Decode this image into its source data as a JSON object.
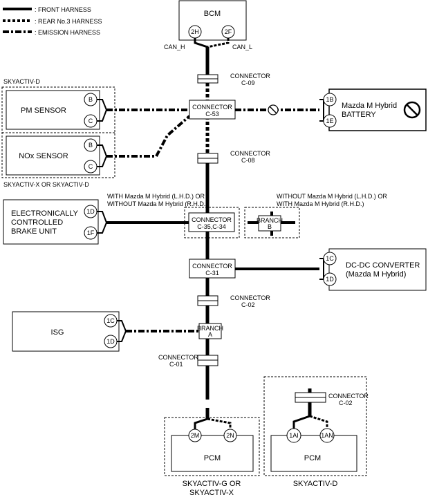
{
  "legend": {
    "front": ": FRONT HARNESS",
    "rear": ": REAR No.3 HARNESS",
    "emission": ": EMISSION HARNESS"
  },
  "bcm": {
    "title": "BCM",
    "pin_h": "2H",
    "pin_f": "2F",
    "can_h": "CAN_H",
    "can_l": "CAN_L"
  },
  "connectors": {
    "c09": [
      "CONNECTOR",
      "C-09"
    ],
    "c53": [
      "CONNECTOR",
      "C-53"
    ],
    "c08": [
      "CONNECTOR",
      "C-08"
    ],
    "c35": [
      "CONNECTOR",
      "C-35,C-34"
    ],
    "c31": [
      "CONNECTOR",
      "C-31"
    ],
    "c02": [
      "CONNECTOR",
      "C-02"
    ],
    "c01": [
      "CONNECTOR",
      "C-01"
    ],
    "c02d": [
      "CONNECTOR",
      "C-02"
    ]
  },
  "branches": {
    "a": [
      "BRANCH",
      "A"
    ],
    "b": [
      "BRANCH",
      "B"
    ]
  },
  "skyactiv_d_top": "SKYACTIV-D",
  "pm_sensor": {
    "name": "PM SENSOR",
    "pin1": "B",
    "pin2": "C"
  },
  "nox_sensor": {
    "name": "NOx SENSOR",
    "pin1": "B",
    "pin2": "C"
  },
  "skyactiv_xd": "SKYACTIV-X OR SKYACTIV-D",
  "battery": {
    "name": [
      "Mazda M Hybrid",
      "BATTERY"
    ],
    "pin1": "1B",
    "pin2": "1E"
  },
  "ebcu": {
    "name": [
      "ELECTRONICALLY",
      "CONTROLLED",
      "BRAKE UNIT"
    ],
    "pin1": "1D",
    "pin2": "1F"
  },
  "with_note": [
    "WITH Mazda M Hybrid (L.H.D.) OR",
    "WITHOUT Mazda M Hybrid (R.H.D.)"
  ],
  "without_note": [
    "WITHOUT Mazda M Hybrid (L.H.D.) OR",
    "WITH Mazda M Hybrid (R.H.D.)"
  ],
  "dcdc": {
    "name": [
      "DC-DC CONVERTER",
      "(Mazda M Hybrid)"
    ],
    "pin1": "1C",
    "pin2": "1D"
  },
  "isg": {
    "name": "ISG",
    "pin1": "1C",
    "pin2": "1D"
  },
  "pcm_left": {
    "name": "PCM",
    "pin1": "2M",
    "pin2": "2N",
    "caption": [
      "SKYACTIV-G OR",
      "SKYACTIV-X"
    ]
  },
  "pcm_right": {
    "name": "PCM",
    "pin1": "1AI",
    "pin2": "1AN",
    "caption": [
      "SKYACTIV-D"
    ]
  },
  "colors": {
    "line": "#000000",
    "background": "#ffffff"
  }
}
